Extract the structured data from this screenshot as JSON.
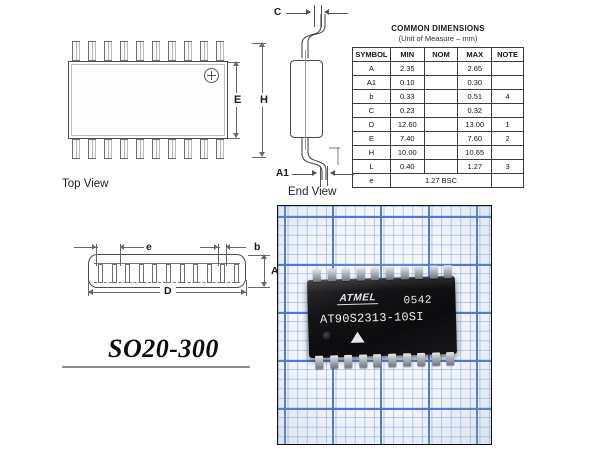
{
  "package": {
    "name": "SO20-300",
    "top_view_caption": "Top View",
    "end_view_caption": "End View",
    "dim_labels": {
      "E": "E",
      "H": "H",
      "C": "C",
      "A1": "A1",
      "A": "A",
      "D": "D",
      "e": "e",
      "b": "b"
    }
  },
  "table": {
    "title": "COMMON DIMENSIONS",
    "subtitle": "(Unit of Measure – mm)",
    "headers": [
      "SYMBOL",
      "MIN",
      "NOM",
      "MAX",
      "NOTE"
    ],
    "rows": [
      {
        "symbol": "A",
        "min": "2.35",
        "nom": "",
        "max": "2.65",
        "note": ""
      },
      {
        "symbol": "A1",
        "min": "0.10",
        "nom": "",
        "max": "0.30",
        "note": ""
      },
      {
        "symbol": "b",
        "min": "0.33",
        "nom": "",
        "max": "0.51",
        "note": "4"
      },
      {
        "symbol": "C",
        "min": "0.23",
        "nom": "",
        "max": "0.32",
        "note": ""
      },
      {
        "symbol": "D",
        "min": "12.60",
        "nom": "",
        "max": "13.00",
        "note": "1"
      },
      {
        "symbol": "E",
        "min": "7.40",
        "nom": "",
        "max": "7.60",
        "note": "2"
      },
      {
        "symbol": "H",
        "min": "10.00",
        "nom": "",
        "max": "10.65",
        "note": ""
      },
      {
        "symbol": "L",
        "min": "0.40",
        "nom": "",
        "max": "1.27",
        "note": "3"
      }
    ],
    "span_row": {
      "symbol": "e",
      "value": "1.27 BSC",
      "note": ""
    }
  },
  "photo": {
    "chip_logo": "ATMEL",
    "chip_datecode": "0542",
    "chip_partnumber": "AT90S2313-10SI"
  }
}
